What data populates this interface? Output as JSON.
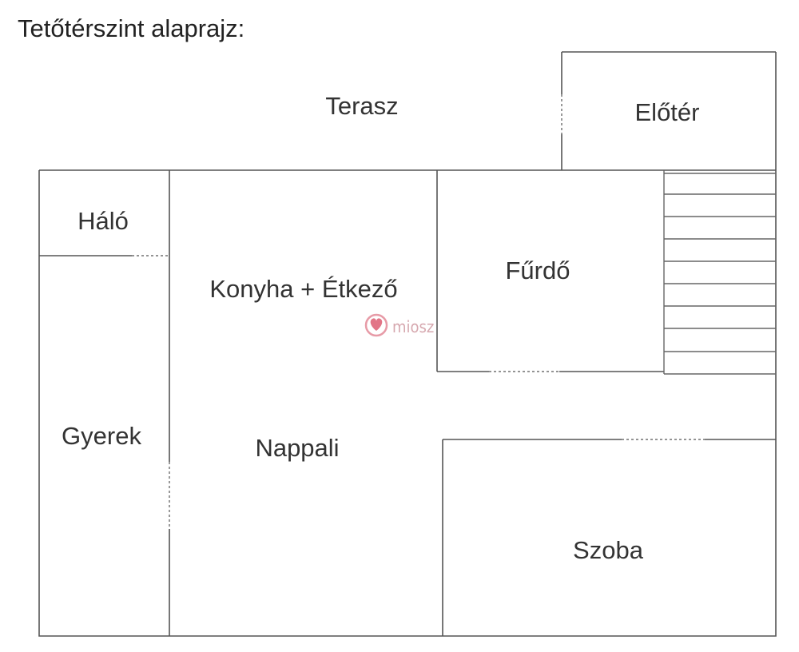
{
  "title": "Tetőtérszint alaprajz:",
  "rooms": {
    "terasz": "Terasz",
    "eloter": "Előtér",
    "halo": "Háló",
    "konyha": "Konyha + Étkező",
    "furdo": "Fűrdő",
    "gyerek": "Gyerek",
    "nappali": "Nappali",
    "szoba": "Szoba"
  },
  "watermark": {
    "text": "miosz",
    "color": "#d9485f"
  },
  "colors": {
    "wall": "#555555",
    "text": "#333333"
  }
}
